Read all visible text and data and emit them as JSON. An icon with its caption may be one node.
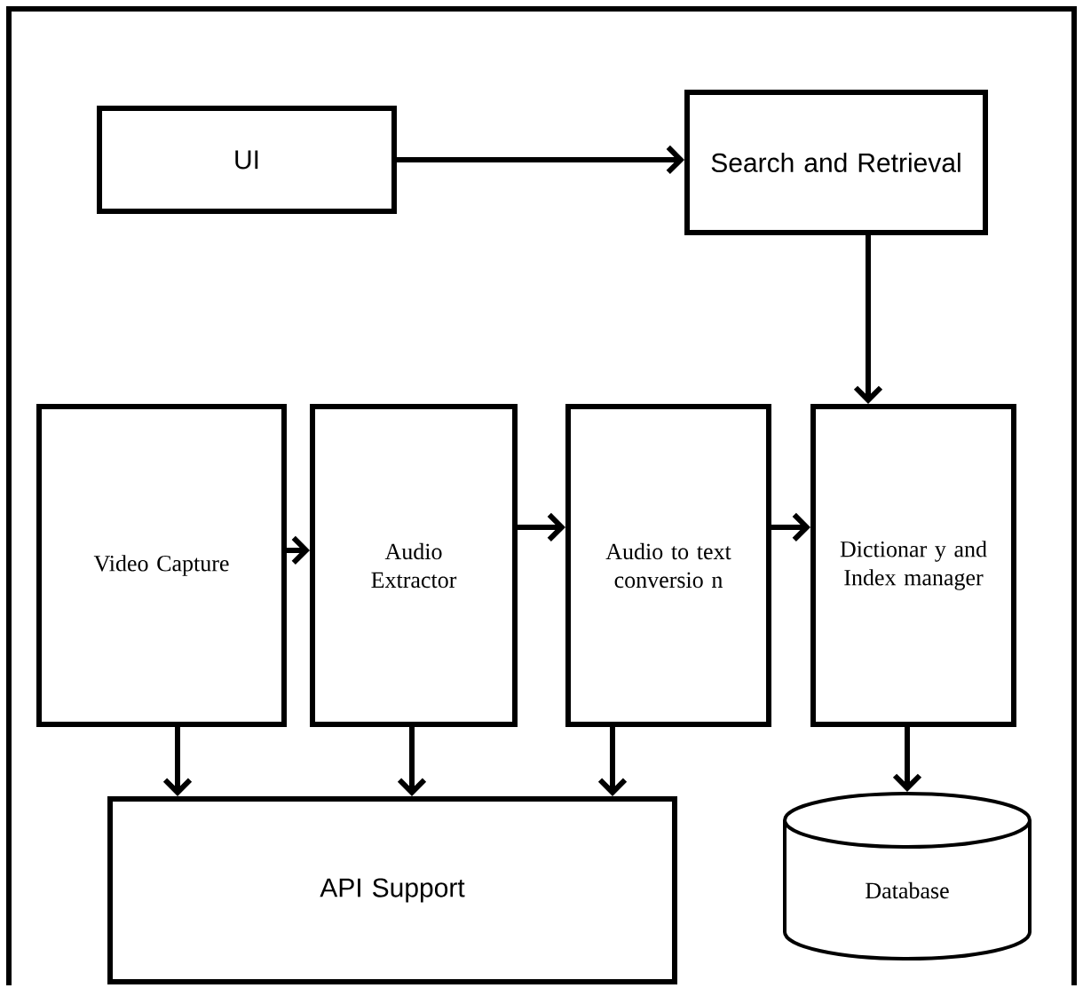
{
  "diagram": {
    "nodes": [
      {
        "text": [
          "UI"
        ]
      },
      {
        "text": [
          "Search and Retrieval"
        ]
      },
      {
        "text": [
          "Video Capture"
        ]
      },
      {
        "text": [
          "Audio Extractor"
        ]
      },
      {
        "text": [
          "Audio to text conversio n"
        ]
      },
      {
        "text": [
          "Dictionar y and Index manager"
        ]
      },
      {
        "text": [
          "API Support"
        ]
      },
      {
        "text": [
          "Database"
        ]
      }
    ],
    "edges": [
      {
        "from": 0,
        "to": 1,
        "arrow": "to"
      },
      {
        "from": 1,
        "to": 5,
        "arrow": "to"
      },
      {
        "from": 2,
        "to": 3,
        "arrow": "to"
      },
      {
        "from": 3,
        "to": 4,
        "arrow": "to"
      },
      {
        "from": 4,
        "to": 5,
        "arrow": "to"
      },
      {
        "from": 2,
        "to": 6,
        "arrow": "to"
      },
      {
        "from": 3,
        "to": 6,
        "arrow": "to"
      },
      {
        "from": 4,
        "to": 6,
        "arrow": "to"
      },
      {
        "from": 5,
        "to": 7,
        "arrow": "to"
      }
    ]
  }
}
